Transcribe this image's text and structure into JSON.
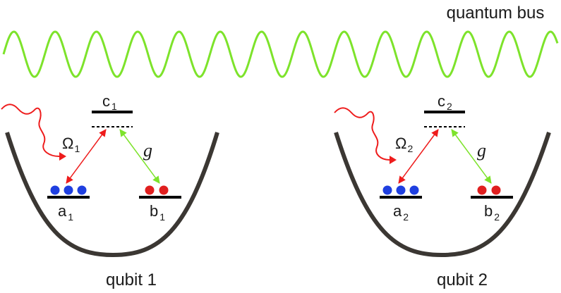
{
  "bus": {
    "label": "quantum bus",
    "color": "#7de32b"
  },
  "colors": {
    "well": "#3b3733",
    "level": "#000000",
    "drive": "#ee1c1c",
    "coupling": "#7de32b",
    "atom_a": "#1f3fe0",
    "atom_b": "#e01f1f"
  },
  "qubits": [
    {
      "name": "qubit 1",
      "level_c": {
        "letter": "c",
        "sub": "1"
      },
      "level_a": {
        "letter": "a",
        "sub": "1"
      },
      "level_b": {
        "letter": "b",
        "sub": "1"
      },
      "rabi": {
        "letter": "Ω",
        "sub": "1"
      },
      "coupling_label": "g",
      "atoms_a": 3,
      "atoms_b": 2
    },
    {
      "name": "qubit 2",
      "level_c": {
        "letter": "c",
        "sub": "2"
      },
      "level_a": {
        "letter": "a",
        "sub": "2"
      },
      "level_b": {
        "letter": "b",
        "sub": "2"
      },
      "rabi": {
        "letter": "Ω",
        "sub": "2"
      },
      "coupling_label": "g",
      "atoms_a": 3,
      "atoms_b": 2
    }
  ]
}
